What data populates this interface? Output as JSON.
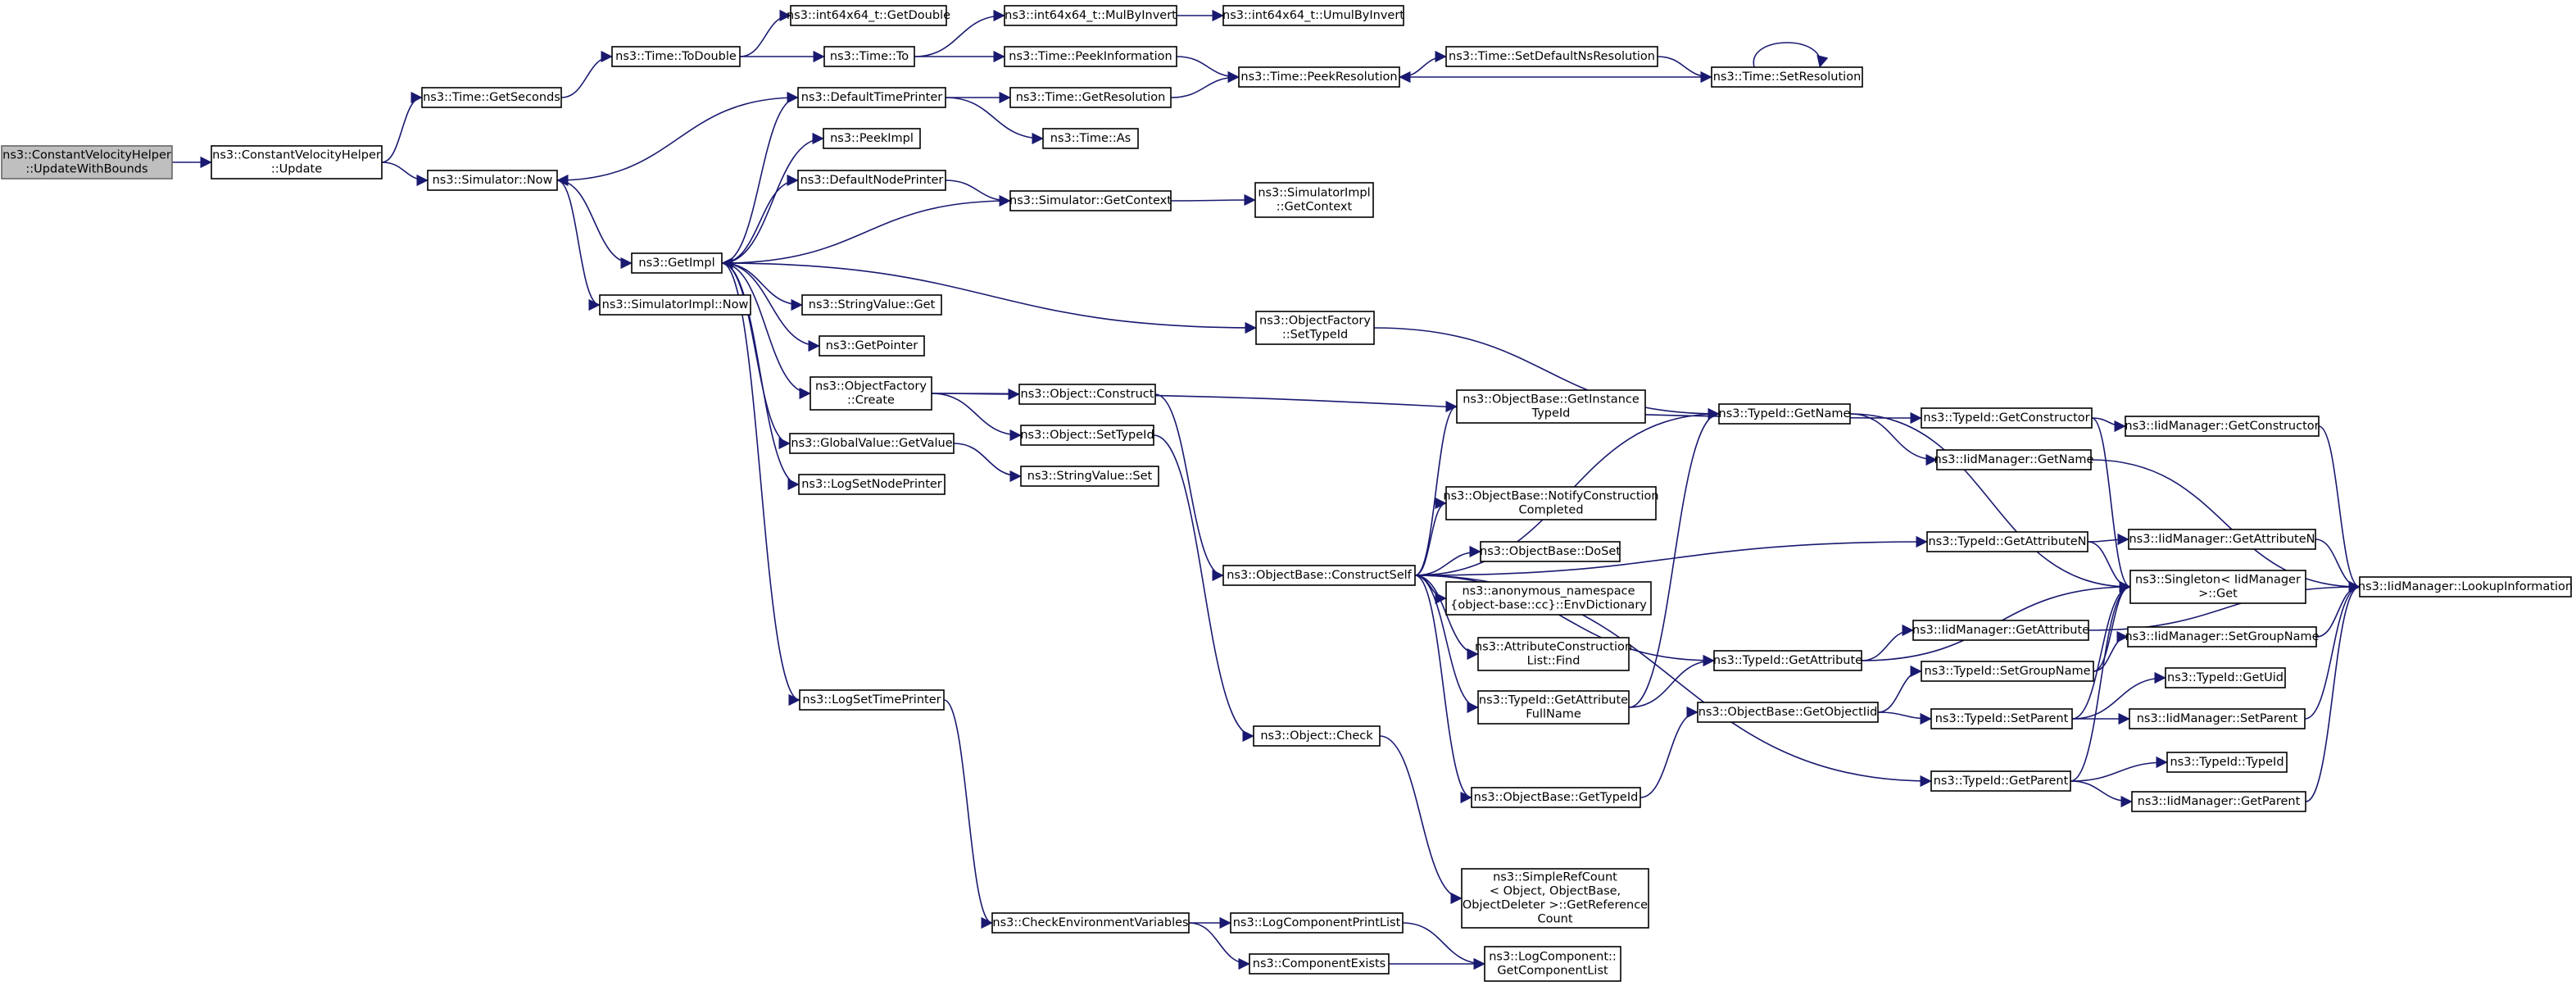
{
  "colors": {
    "edge": "#191970",
    "node_fill": "#ffffff",
    "node_border": "#000000",
    "root_fill": "#bfbfbf",
    "root_border": "#666666"
  },
  "nodes": [
    {
      "id": "n_root",
      "lines": [
        "ns3::ConstantVelocityHelper",
        "::UpdateWithBounds"
      ],
      "root": true
    },
    {
      "id": "n_cvh_update",
      "lines": [
        "ns3::ConstantVelocityHelper",
        "::Update"
      ]
    },
    {
      "id": "n_time_getseconds",
      "lines": [
        "ns3::Time::GetSeconds"
      ]
    },
    {
      "id": "n_time_todouble",
      "lines": [
        "ns3::Time::ToDouble"
      ]
    },
    {
      "id": "n_i64_getdouble",
      "lines": [
        "ns3::int64x64_t::GetDouble"
      ]
    },
    {
      "id": "n_time_to",
      "lines": [
        "ns3::Time::To"
      ]
    },
    {
      "id": "n_i64_mulbyinvert",
      "lines": [
        "ns3::int64x64_t::MulByInvert"
      ]
    },
    {
      "id": "n_i64_umulbyinvert",
      "lines": [
        "ns3::int64x64_t::UmulByInvert"
      ]
    },
    {
      "id": "n_time_peekinformation",
      "lines": [
        "ns3::Time::PeekInformation"
      ]
    },
    {
      "id": "n_time_peekresolution",
      "lines": [
        "ns3::Time::PeekResolution"
      ]
    },
    {
      "id": "n_time_setdefaultnsres",
      "lines": [
        "ns3::Time::SetDefaultNsResolution"
      ]
    },
    {
      "id": "n_time_setresolution",
      "lines": [
        "ns3::Time::SetResolution"
      ]
    },
    {
      "id": "n_defaulttimeprinter",
      "lines": [
        "ns3::DefaultTimePrinter"
      ]
    },
    {
      "id": "n_time_getresolution",
      "lines": [
        "ns3::Time::GetResolution"
      ]
    },
    {
      "id": "n_time_as",
      "lines": [
        "ns3::Time::As"
      ]
    },
    {
      "id": "n_simulator_now",
      "lines": [
        "ns3::Simulator::Now"
      ]
    },
    {
      "id": "n_peekimpl",
      "lines": [
        "ns3::PeekImpl"
      ]
    },
    {
      "id": "n_defaultnodeprinter",
      "lines": [
        "ns3::DefaultNodePrinter"
      ]
    },
    {
      "id": "n_simulator_getcontext",
      "lines": [
        "ns3::Simulator::GetContext"
      ]
    },
    {
      "id": "n_simimpl_getcontext",
      "lines": [
        "ns3::SimulatorImpl",
        "::GetContext"
      ]
    },
    {
      "id": "n_getimpl",
      "lines": [
        "ns3::GetImpl"
      ]
    },
    {
      "id": "n_simimpl_now",
      "lines": [
        "ns3::SimulatorImpl::Now"
      ]
    },
    {
      "id": "n_stringvalue_get",
      "lines": [
        "ns3::StringValue::Get"
      ]
    },
    {
      "id": "n_objfactory_settypeid",
      "lines": [
        "ns3::ObjectFactory",
        "::SetTypeId"
      ]
    },
    {
      "id": "n_getpointer",
      "lines": [
        "ns3::GetPointer"
      ]
    },
    {
      "id": "n_objfactory_create",
      "lines": [
        "ns3::ObjectFactory",
        "::Create"
      ]
    },
    {
      "id": "n_object_construct",
      "lines": [
        "ns3::Object::Construct"
      ]
    },
    {
      "id": "n_object_settypeid",
      "lines": [
        "ns3::Object::SetTypeId"
      ]
    },
    {
      "id": "n_globalvalue_getvalue",
      "lines": [
        "ns3::GlobalValue::GetValue"
      ]
    },
    {
      "id": "n_stringvalue_set",
      "lines": [
        "ns3::StringValue::Set"
      ]
    },
    {
      "id": "n_logsetnodeprinter",
      "lines": [
        "ns3::LogSetNodePrinter"
      ]
    },
    {
      "id": "n_objbase_getinstancetypeid",
      "lines": [
        "ns3::ObjectBase::GetInstance",
        "TypeId"
      ]
    },
    {
      "id": "n_typeid_getname",
      "lines": [
        "ns3::TypeId::GetName"
      ]
    },
    {
      "id": "n_typeid_getconstructor",
      "lines": [
        "ns3::TypeId::GetConstructor"
      ]
    },
    {
      "id": "n_iidmgr_getconstructor",
      "lines": [
        "ns3::IidManager::GetConstructor"
      ]
    },
    {
      "id": "n_iidmgr_getname",
      "lines": [
        "ns3::IidManager::GetName"
      ]
    },
    {
      "id": "n_objbase_notifyconstruction",
      "lines": [
        "ns3::ObjectBase::NotifyConstruction",
        "Completed"
      ]
    },
    {
      "id": "n_objbase_doset",
      "lines": [
        "ns3::ObjectBase::DoSet"
      ]
    },
    {
      "id": "n_objbase_constructself",
      "lines": [
        "ns3::ObjectBase::ConstructSelf"
      ]
    },
    {
      "id": "n_anon_envdictionary",
      "lines": [
        "ns3::anonymous_namespace",
        "{object-base::cc}::EnvDictionary"
      ]
    },
    {
      "id": "n_typeid_getattributen",
      "lines": [
        "ns3::TypeId::GetAttributeN"
      ]
    },
    {
      "id": "n_iidmgr_getattributen",
      "lines": [
        "ns3::IidManager::GetAttributeN"
      ]
    },
    {
      "id": "n_singleton_get",
      "lines": [
        "ns3::Singleton< IidManager",
        ">::Get"
      ]
    },
    {
      "id": "n_iidmgr_lookupinformation",
      "lines": [
        "ns3::IidManager::LookupInformation"
      ]
    },
    {
      "id": "n_attrconstructionlist_find",
      "lines": [
        "ns3::AttributeConstruction",
        "List::Find"
      ]
    },
    {
      "id": "n_typeid_getattribute",
      "lines": [
        "ns3::TypeId::GetAttribute"
      ]
    },
    {
      "id": "n_iidmgr_getattribute",
      "lines": [
        "ns3::IidManager::GetAttribute"
      ]
    },
    {
      "id": "n_iidmgr_setgroupname",
      "lines": [
        "ns3::IidManager::SetGroupName"
      ]
    },
    {
      "id": "n_typeid_setgroupname",
      "lines": [
        "ns3::TypeId::SetGroupName"
      ]
    },
    {
      "id": "n_typeid_getuid",
      "lines": [
        "ns3::TypeId::GetUid"
      ]
    },
    {
      "id": "n_logsettimeprinter",
      "lines": [
        "ns3::LogSetTimePrinter"
      ]
    },
    {
      "id": "n_typeid_getattributefullname",
      "lines": [
        "ns3::TypeId::GetAttribute",
        "FullName"
      ]
    },
    {
      "id": "n_objbase_getobjectiid",
      "lines": [
        "ns3::ObjectBase::GetObjectIid"
      ]
    },
    {
      "id": "n_typeid_setparent",
      "lines": [
        "ns3::TypeId::SetParent"
      ]
    },
    {
      "id": "n_iidmgr_setparent",
      "lines": [
        "ns3::IidManager::SetParent"
      ]
    },
    {
      "id": "n_object_check",
      "lines": [
        "ns3::Object::Check"
      ]
    },
    {
      "id": "n_typeid_typeid",
      "lines": [
        "ns3::TypeId::TypeId"
      ]
    },
    {
      "id": "n_typeid_getparent",
      "lines": [
        "ns3::TypeId::GetParent"
      ]
    },
    {
      "id": "n_objbase_gettypeid",
      "lines": [
        "ns3::ObjectBase::GetTypeId"
      ]
    },
    {
      "id": "n_iidmgr_getparent",
      "lines": [
        "ns3::IidManager::GetParent"
      ]
    },
    {
      "id": "n_simplerefcount",
      "lines": [
        "ns3::SimpleRefCount",
        "< Object, ObjectBase,",
        "ObjectDeleter >::GetReference",
        "Count"
      ]
    },
    {
      "id": "n_checkenvvars",
      "lines": [
        "ns3::CheckEnvironmentVariables"
      ]
    },
    {
      "id": "n_logcomponentprintlist",
      "lines": [
        "ns3::LogComponentPrintList"
      ]
    },
    {
      "id": "n_componentexists",
      "lines": [
        "ns3::ComponentExists"
      ]
    },
    {
      "id": "n_logcomponent_getcomponentlist",
      "lines": [
        "ns3::LogComponent::",
        "GetComponentList"
      ]
    }
  ],
  "edges": [
    {
      "from": "n_root",
      "to": "n_cvh_update"
    },
    {
      "from": "n_cvh_update",
      "to": "n_time_getseconds"
    },
    {
      "from": "n_cvh_update",
      "to": "n_simulator_now"
    },
    {
      "from": "n_time_getseconds",
      "to": "n_time_todouble"
    },
    {
      "from": "n_time_todouble",
      "to": "n_i64_getdouble"
    },
    {
      "from": "n_time_todouble",
      "to": "n_time_to"
    },
    {
      "from": "n_time_to",
      "to": "n_i64_mulbyinvert"
    },
    {
      "from": "n_time_to",
      "to": "n_time_peekinformation"
    },
    {
      "from": "n_i64_mulbyinvert",
      "to": "n_i64_umulbyinvert"
    },
    {
      "from": "n_time_peekinformation",
      "to": "n_time_peekresolution"
    },
    {
      "from": "n_time_peekresolution",
      "to": "n_time_setdefaultnsres"
    },
    {
      "from": "n_time_setdefaultnsres",
      "to": "n_time_setresolution"
    },
    {
      "from": "n_time_setresolution",
      "to": "n_time_peekresolution"
    },
    {
      "from": "n_time_setresolution",
      "to": "n_time_setresolution"
    },
    {
      "from": "n_simulator_now",
      "to": "n_getimpl"
    },
    {
      "from": "n_simulator_now",
      "to": "n_simimpl_now"
    },
    {
      "from": "n_defaulttimeprinter",
      "to": "n_simulator_now"
    },
    {
      "from": "n_defaulttimeprinter",
      "to": "n_time_getresolution"
    },
    {
      "from": "n_defaulttimeprinter",
      "to": "n_time_as"
    },
    {
      "from": "n_time_getresolution",
      "to": "n_time_peekresolution"
    },
    {
      "from": "n_defaultnodeprinter",
      "to": "n_simulator_getcontext"
    },
    {
      "from": "n_simulator_getcontext",
      "to": "n_getimpl"
    },
    {
      "from": "n_simulator_getcontext",
      "to": "n_simimpl_getcontext"
    },
    {
      "from": "n_getimpl",
      "to": "n_defaulttimeprinter"
    },
    {
      "from": "n_getimpl",
      "to": "n_peekimpl"
    },
    {
      "from": "n_getimpl",
      "to": "n_defaultnodeprinter"
    },
    {
      "from": "n_getimpl",
      "to": "n_stringvalue_get"
    },
    {
      "from": "n_getimpl",
      "to": "n_objfactory_settypeid"
    },
    {
      "from": "n_getimpl",
      "to": "n_getpointer"
    },
    {
      "from": "n_getimpl",
      "to": "n_objfactory_create"
    },
    {
      "from": "n_getimpl",
      "to": "n_globalvalue_getvalue"
    },
    {
      "from": "n_getimpl",
      "to": "n_logsetnodeprinter"
    },
    {
      "from": "n_getimpl",
      "to": "n_logsettimeprinter"
    },
    {
      "from": "n_objfactory_settypeid",
      "to": "n_typeid_getname"
    },
    {
      "from": "n_objfactory_create",
      "to": "n_typeid_getconstructor"
    },
    {
      "from": "n_objfactory_create",
      "to": "n_object_construct"
    },
    {
      "from": "n_objfactory_create",
      "to": "n_object_settypeid"
    },
    {
      "from": "n_object_construct",
      "to": "n_objbase_constructself"
    },
    {
      "from": "n_object_settypeid",
      "to": "n_object_check"
    },
    {
      "from": "n_globalvalue_getvalue",
      "to": "n_stringvalue_set"
    },
    {
      "from": "n_objbase_constructself",
      "to": "n_typeid_getname"
    },
    {
      "from": "n_objbase_constructself",
      "to": "n_objbase_getinstancetypeid"
    },
    {
      "from": "n_objbase_constructself",
      "to": "n_objbase_notifyconstruction"
    },
    {
      "from": "n_objbase_constructself",
      "to": "n_objbase_doset"
    },
    {
      "from": "n_objbase_constructself",
      "to": "n_anon_envdictionary"
    },
    {
      "from": "n_objbase_constructself",
      "to": "n_attrconstructionlist_find"
    },
    {
      "from": "n_objbase_constructself",
      "to": "n_typeid_getattributefullname"
    },
    {
      "from": "n_objbase_constructself",
      "to": "n_typeid_getattributen"
    },
    {
      "from": "n_objbase_constructself",
      "to": "n_typeid_getattribute"
    },
    {
      "from": "n_objbase_constructself",
      "to": "n_objbase_gettypeid"
    },
    {
      "from": "n_objbase_constructself",
      "to": "n_typeid_getparent"
    },
    {
      "from": "n_typeid_getname",
      "to": "n_iidmgr_getname"
    },
    {
      "from": "n_typeid_getname",
      "to": "n_singleton_get"
    },
    {
      "from": "n_typeid_getconstructor",
      "to": "n_iidmgr_getconstructor"
    },
    {
      "from": "n_typeid_getconstructor",
      "to": "n_singleton_get"
    },
    {
      "from": "n_iidmgr_getconstructor",
      "to": "n_iidmgr_lookupinformation"
    },
    {
      "from": "n_iidmgr_getname",
      "to": "n_iidmgr_lookupinformation"
    },
    {
      "from": "n_typeid_getattributen",
      "to": "n_iidmgr_getattributen"
    },
    {
      "from": "n_typeid_getattributen",
      "to": "n_singleton_get"
    },
    {
      "from": "n_iidmgr_getattributen",
      "to": "n_iidmgr_lookupinformation"
    },
    {
      "from": "n_typeid_getattributefullname",
      "to": "n_typeid_getname"
    },
    {
      "from": "n_typeid_getattributefullname",
      "to": "n_typeid_getattribute"
    },
    {
      "from": "n_typeid_getattribute",
      "to": "n_iidmgr_getattribute"
    },
    {
      "from": "n_typeid_getattribute",
      "to": "n_singleton_get"
    },
    {
      "from": "n_iidmgr_getattribute",
      "to": "n_iidmgr_lookupinformation"
    },
    {
      "from": "n_objbase_gettypeid",
      "to": "n_objbase_getobjectiid"
    },
    {
      "from": "n_objbase_getobjectiid",
      "to": "n_typeid_setgroupname"
    },
    {
      "from": "n_objbase_getobjectiid",
      "to": "n_typeid_setparent"
    },
    {
      "from": "n_typeid_setgroupname",
      "to": "n_iidmgr_setgroupname"
    },
    {
      "from": "n_typeid_setgroupname",
      "to": "n_singleton_get"
    },
    {
      "from": "n_iidmgr_setgroupname",
      "to": "n_iidmgr_lookupinformation"
    },
    {
      "from": "n_typeid_setparent",
      "to": "n_typeid_getuid"
    },
    {
      "from": "n_typeid_setparent",
      "to": "n_iidmgr_setparent"
    },
    {
      "from": "n_typeid_setparent",
      "to": "n_singleton_get"
    },
    {
      "from": "n_iidmgr_setparent",
      "to": "n_iidmgr_lookupinformation"
    },
    {
      "from": "n_typeid_getparent",
      "to": "n_typeid_typeid"
    },
    {
      "from": "n_typeid_getparent",
      "to": "n_iidmgr_getparent"
    },
    {
      "from": "n_typeid_getparent",
      "to": "n_singleton_get"
    },
    {
      "from": "n_iidmgr_getparent",
      "to": "n_iidmgr_lookupinformation"
    },
    {
      "from": "n_object_check",
      "to": "n_simplerefcount"
    },
    {
      "from": "n_logsettimeprinter",
      "to": "n_checkenvvars"
    },
    {
      "from": "n_checkenvvars",
      "to": "n_logcomponentprintlist"
    },
    {
      "from": "n_checkenvvars",
      "to": "n_componentexists"
    },
    {
      "from": "n_logcomponentprintlist",
      "to": "n_logcomponent_getcomponentlist"
    },
    {
      "from": "n_componentexists",
      "to": "n_logcomponent_getcomponentlist"
    }
  ]
}
